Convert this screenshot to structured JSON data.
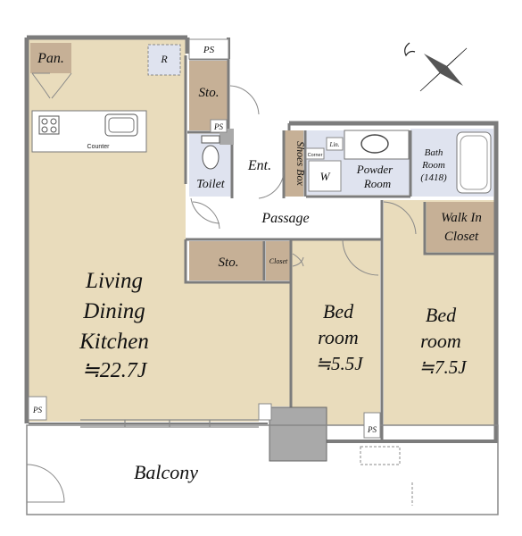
{
  "rooms": {
    "pantry": "Pan.",
    "refrigerator": "R",
    "ps_top": "PS",
    "storage_top": "Sto.",
    "ps_small": "PS",
    "counter": "Counter",
    "toilet": "Toilet",
    "entrance": "Ent.",
    "shoes_box": "Shoes Box",
    "linen": "Lin.",
    "corner": "Corner",
    "washer": "W",
    "powder_line1": "Powder",
    "powder_line2": "Room",
    "bath_line1": "Bath",
    "bath_line2": "Room",
    "bath_size": "(1418)",
    "passage": "Passage",
    "walk_in_line1": "Walk In",
    "walk_in_line2": "Closet",
    "storage_mid": "Sto.",
    "closet": "Closet",
    "ldk_line1": "Living",
    "ldk_line2": "Dining",
    "ldk_line3": "Kitchen",
    "ldk_size": "≒22.7J",
    "bed1_line1": "Bed",
    "bed1_line2": "room",
    "bed1_size": "≒5.5J",
    "bed2_line1": "Bed",
    "bed2_line2": "room",
    "bed2_size": "≒7.5J",
    "ps_ldk": "PS",
    "ps_bed": "PS",
    "balcony": "Balcony"
  },
  "colors": {
    "floor": "#e9dcbc",
    "storage": "#c6b096",
    "wet": "#dfe3ef",
    "wall": "#7c7c7c",
    "column": "#a9a9a9",
    "white": "#ffffff"
  },
  "icons": {
    "compass": "north-compass-icon"
  }
}
